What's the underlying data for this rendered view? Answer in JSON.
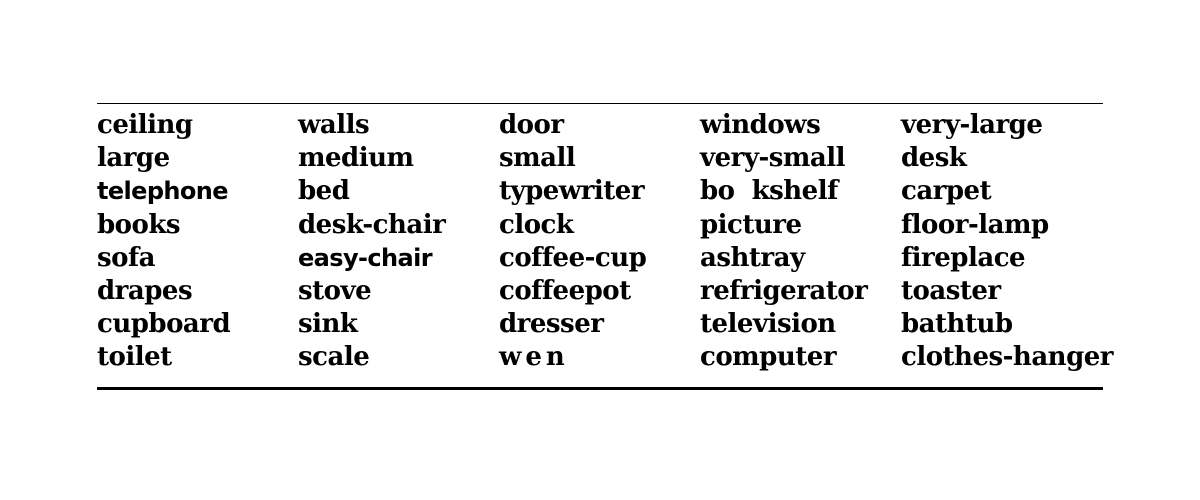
{
  "rows": [
    [
      "ceiling",
      "walls",
      "door",
      "windows",
      "very-large"
    ],
    [
      "large",
      "medium",
      "small",
      "very-small",
      "desk"
    ],
    [
      "telephone",
      "bed",
      "typewriter",
      "bo  kshelf",
      "carpet"
    ],
    [
      "books",
      "desk-chair",
      "clock",
      "picture",
      "floor-lamp"
    ],
    [
      "sofa",
      "easy-chair",
      "coffee-cup",
      "ashtray",
      "fireplace"
    ],
    [
      "drapes",
      "stove",
      "coffeepot",
      "refrigerator",
      "toaster"
    ],
    [
      "cupboard",
      "sink",
      "dresser",
      "television",
      "bathtub"
    ],
    [
      "toilet",
      "scale",
      "wen",
      "computer",
      "clothes-hanger"
    ]
  ]
}
